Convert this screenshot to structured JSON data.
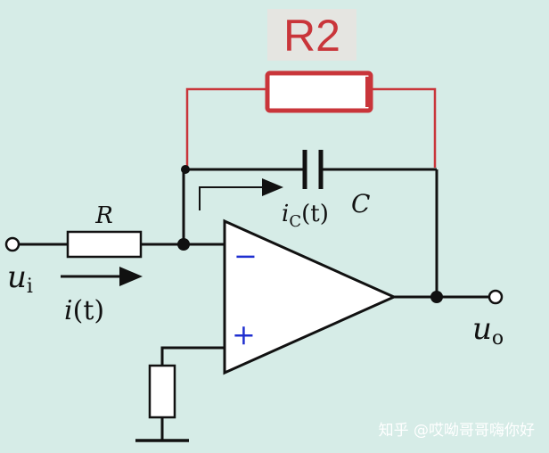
{
  "diagram": {
    "feedback_resistor": {
      "label": "R2"
    },
    "input_resistor": {
      "label": "R"
    },
    "capacitor": {
      "label": "C"
    },
    "input_voltage": {
      "symbol": "u",
      "subscript": "i"
    },
    "output_voltage": {
      "symbol": "u",
      "subscript": "o"
    },
    "input_current": {
      "symbol": "i",
      "argument": "(t)"
    },
    "capacitor_current": {
      "symbol": "i",
      "subscript": "C",
      "argument": "(t)"
    },
    "opamp": {
      "inverting_sign": "−",
      "noninverting_sign": "+"
    }
  },
  "watermark": {
    "text": "知乎 @哎呦哥哥嗨你好"
  },
  "colors": {
    "background": "#d6ece7",
    "feedback_resistor": "#c9353a",
    "wire": "#111111",
    "inverting_sign": "#1f2fd0",
    "noninverting_sign": "#1f2fd0",
    "component_fill": "#ffffff"
  }
}
